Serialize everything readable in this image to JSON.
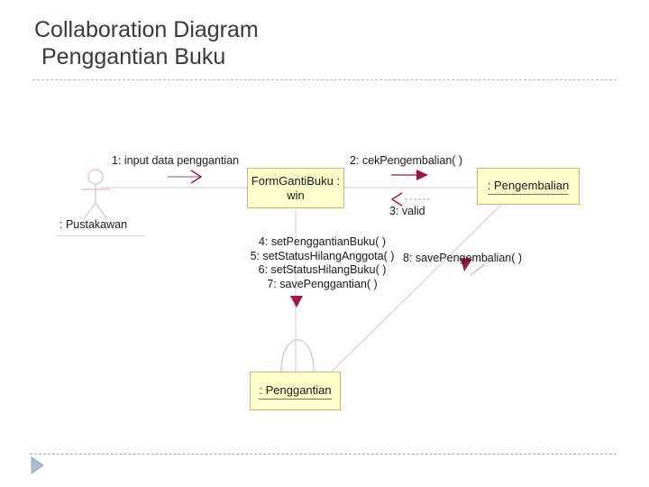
{
  "slide": {
    "title_line_1": "Collaboration Diagram",
    "title_line_2": "Penggantian Buku",
    "background_color": "#ffffff",
    "title_color": "#3a3a3c",
    "rule_color": "#b9bcc2"
  },
  "diagram": {
    "type": "uml-collaboration-diagram",
    "object_box_fill": "#ffffcc",
    "object_box_border": "#c8b878",
    "link_color": "#e3cdd2",
    "arrow_color": "#a31545",
    "actor": {
      "name": "actor-pustakawan",
      "label": ": Pustakawan"
    },
    "objects": [
      {
        "name": "form-ganti-buku",
        "label": "FormGantiBuku :\nwin",
        "underlined": false
      },
      {
        "name": "pengembalian",
        "label": ": Pengembalian",
        "underlined": true
      },
      {
        "name": "penggantian",
        "label": ": Penggantian",
        "underlined": true
      }
    ],
    "messages": [
      {
        "number": "1",
        "label": "1: input data penggantian",
        "from": "actor-pustakawan",
        "to": "form-ganti-buku",
        "style": "open-arrow"
      },
      {
        "number": "2",
        "label": "2: cekPengembalian( )",
        "from": "form-ganti-buku",
        "to": "pengembalian",
        "style": "filled-arrow"
      },
      {
        "number": "3",
        "label": "3: valid",
        "from": "pengembalian",
        "to": "form-ganti-buku",
        "style": "dashed-return"
      },
      {
        "number": "4",
        "label": "4: setPenggantianBuku( )",
        "from": "form-ganti-buku",
        "to": "penggantian",
        "style": "filled-arrow"
      },
      {
        "number": "5",
        "label": "5: setStatusHilangAnggota( )",
        "from": "form-ganti-buku",
        "to": "penggantian",
        "style": "filled-arrow"
      },
      {
        "number": "6",
        "label": "6: setStatusHilangBuku( )",
        "from": "form-ganti-buku",
        "to": "penggantian",
        "style": "filled-arrow"
      },
      {
        "number": "7",
        "label": "7: savePenggantian( )",
        "from": "form-ganti-buku",
        "to": "penggantian",
        "style": "filled-arrow"
      },
      {
        "number": "8",
        "label": "8: savePengembalian( )",
        "from": "pengembalian",
        "to": "penggantian",
        "style": "filled-arrow"
      }
    ]
  },
  "footer": {
    "next_button_label": "next-slide",
    "accent_color": "#93a8c0"
  }
}
